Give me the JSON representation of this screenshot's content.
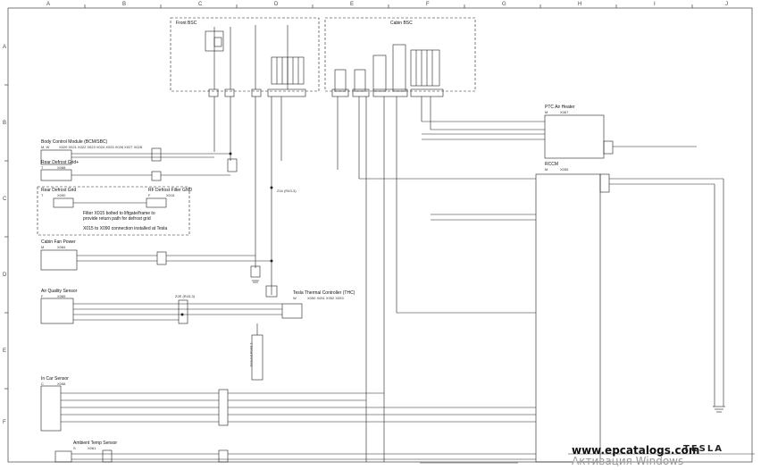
{
  "grid": {
    "columns": [
      "A",
      "B",
      "C",
      "D",
      "E",
      "F",
      "G",
      "H",
      "I",
      "J"
    ],
    "rows": [
      "A",
      "B",
      "C",
      "D",
      "E",
      "F"
    ]
  },
  "blocks": {
    "front_bsc": {
      "title": "Front BSC"
    },
    "cabin_bsc": {
      "title": "Cabin BSC"
    },
    "ptc_air_heater": {
      "title": "PTC Air Heater",
      "type": "M",
      "connector": "X067"
    },
    "rccm": {
      "title": "RCCM",
      "type": "M",
      "connector": "X055"
    },
    "bcm": {
      "title": "Body Control Module (BCM/SBC)",
      "type": "M, W",
      "connectors": "X020 X021 X022 X023 X024 X025 X026 X027 X028"
    },
    "rear_defrost_grid_plus": {
      "title": "Rear Defrost Grid+",
      "type": "T",
      "connector": "X088"
    },
    "rear_defrost_grid": {
      "title": "Rear Defrost Grid",
      "type": "T",
      "connector": "X090"
    },
    "rf_defrost_filter": {
      "title": "RF Defrost Filter GND",
      "type": "F",
      "connector": "X015"
    },
    "cabin_fan_power": {
      "title": "Cabin Fan Power",
      "type": "M",
      "connector": "X084"
    },
    "air_quality_sensor": {
      "title": "Air Quality Sensor",
      "type": "F",
      "connector": "X089"
    },
    "thc": {
      "title": "Tesla Thermal Controller (THC)",
      "type": "W",
      "connectors": "X050 X051 X052 X053"
    },
    "in_car_sensor": {
      "title": "In Car Sensor",
      "type": "C",
      "connector": "X058"
    },
    "ambient_temp_sensor": {
      "title": "Ambient Temp Sensor",
      "type": "S",
      "connector": "X061"
    }
  },
  "notes": {
    "filter_note_1": "Filter X015 bolted to liftgate/frame to",
    "filter_note_2": "provide return path for defrost grid",
    "filter_note_3": "X015 to X090 connection installed at Tesla",
    "ground_label": "Ground Point 2",
    "splice_1": "Z1b (R43-3)",
    "splice_2": "Z2E (R43-3)"
  },
  "watermark": {
    "url": "www.epcatalogs.com",
    "activate": "Активация Windows",
    "brand": "TESLA"
  }
}
